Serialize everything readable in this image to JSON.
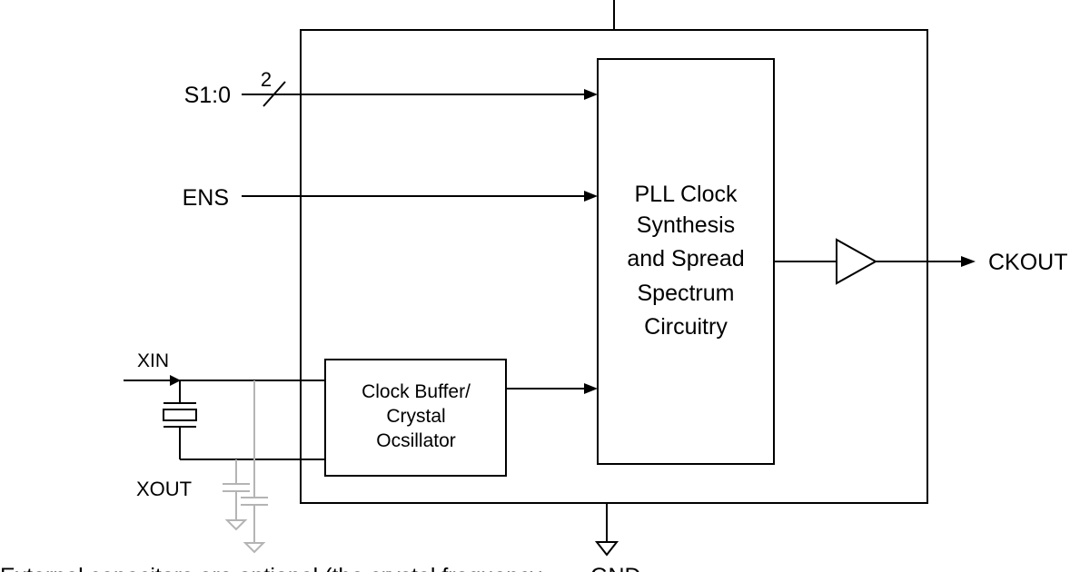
{
  "pins": {
    "select": "S1:0",
    "select_width": "2",
    "enable": "ENS",
    "crystal_in": "XIN",
    "crystal_out": "XOUT",
    "clock_out": "CKOUT"
  },
  "blocks": {
    "pll": {
      "lines": [
        "PLL Clock",
        "Synthesis",
        "and Spread",
        "Spectrum",
        "Circuitry"
      ]
    },
    "oscillator": {
      "lines": [
        "Clock Buffer/",
        "Crystal",
        "Ocsillator"
      ]
    }
  },
  "footer": {
    "left_text": "External capacitors are optional (the crystal frequency...",
    "right_text": "GND"
  },
  "colors": {
    "line": "#000000",
    "optional_parts": "#b4b4b4"
  },
  "icons": [
    "arrow-icon",
    "bus-slash-icon",
    "buffer-triangle-icon",
    "crystal-icon",
    "capacitor-icon",
    "ground-icon"
  ]
}
